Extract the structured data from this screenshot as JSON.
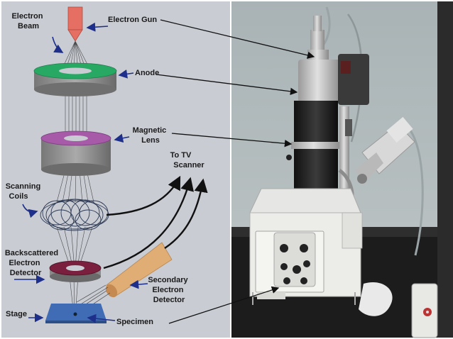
{
  "diagram": {
    "labels": {
      "electron_beam": [
        "Electron",
        "Beam"
      ],
      "electron_gun": "Electron Gun",
      "anode": "Anode",
      "magnetic_lens": [
        "Magnetic",
        "Lens"
      ],
      "to_tv_scanner": [
        "To TV",
        "Scanner"
      ],
      "scanning_coils": [
        "Scanning",
        "Coils"
      ],
      "backscattered_detector": [
        "Backscattered",
        "Electron",
        "Detector"
      ],
      "secondary_detector": [
        "Secondary",
        "Electron",
        "Detector"
      ],
      "stage": "Stage",
      "specimen": "Specimen"
    }
  },
  "colors": {
    "diagram_bg": "#c9ccd3",
    "gun": "#e46f62",
    "anode_ring": "#27a863",
    "lens_ring": "#a65aa8",
    "detector_ring": "#7a1f3d",
    "secondary_detector": "#e0ad74",
    "stage": "#3f6cb5",
    "arrow": "#1d2f8a"
  },
  "icons": {
    "photo": "sem-instrument-photo"
  }
}
